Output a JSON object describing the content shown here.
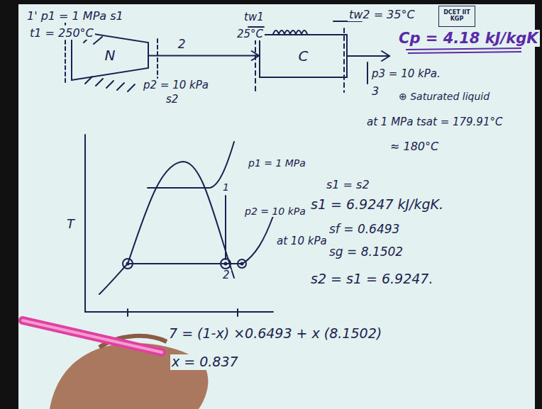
{
  "diagram": {
    "nodes": [
      {
        "text": [
          "N"
        ]
      },
      {
        "text": [
          "C"
        ]
      },
      {
        "text": [
          "DCET IIT KGP"
        ]
      }
    ],
    "edges": [
      {
        "from": 0,
        "to": 1,
        "arrow": "to",
        "label": "2"
      }
    ],
    "labels": [
      "1' p1 = 1 MPa s1",
      "t1 = 250°C",
      "p2 = 10 kPa",
      "s2",
      "tw1",
      "25°C",
      "tw2 = 35°C",
      "3",
      "p3 = 10 kPa.",
      "Cp = 4.18 kJ/kgK",
      "⊕ Saturated liquid",
      "T",
      "p1 = 1 MPa",
      "p2 = 10 kPa",
      "1",
      "2",
      "at 1 MPa tsat = 179.91°C",
      "≈ 180°C",
      "s1 = s2",
      "s1 = 6.9247 kJ/kgK.",
      "at 10 kPa",
      "sf = 0.6493",
      "sg = 8.1502",
      "s2 = s1 = 6.9247.",
      "7 = (1-x) ×0.6493 + x (8.1502)",
      "x = 0.837"
    ]
  }
}
